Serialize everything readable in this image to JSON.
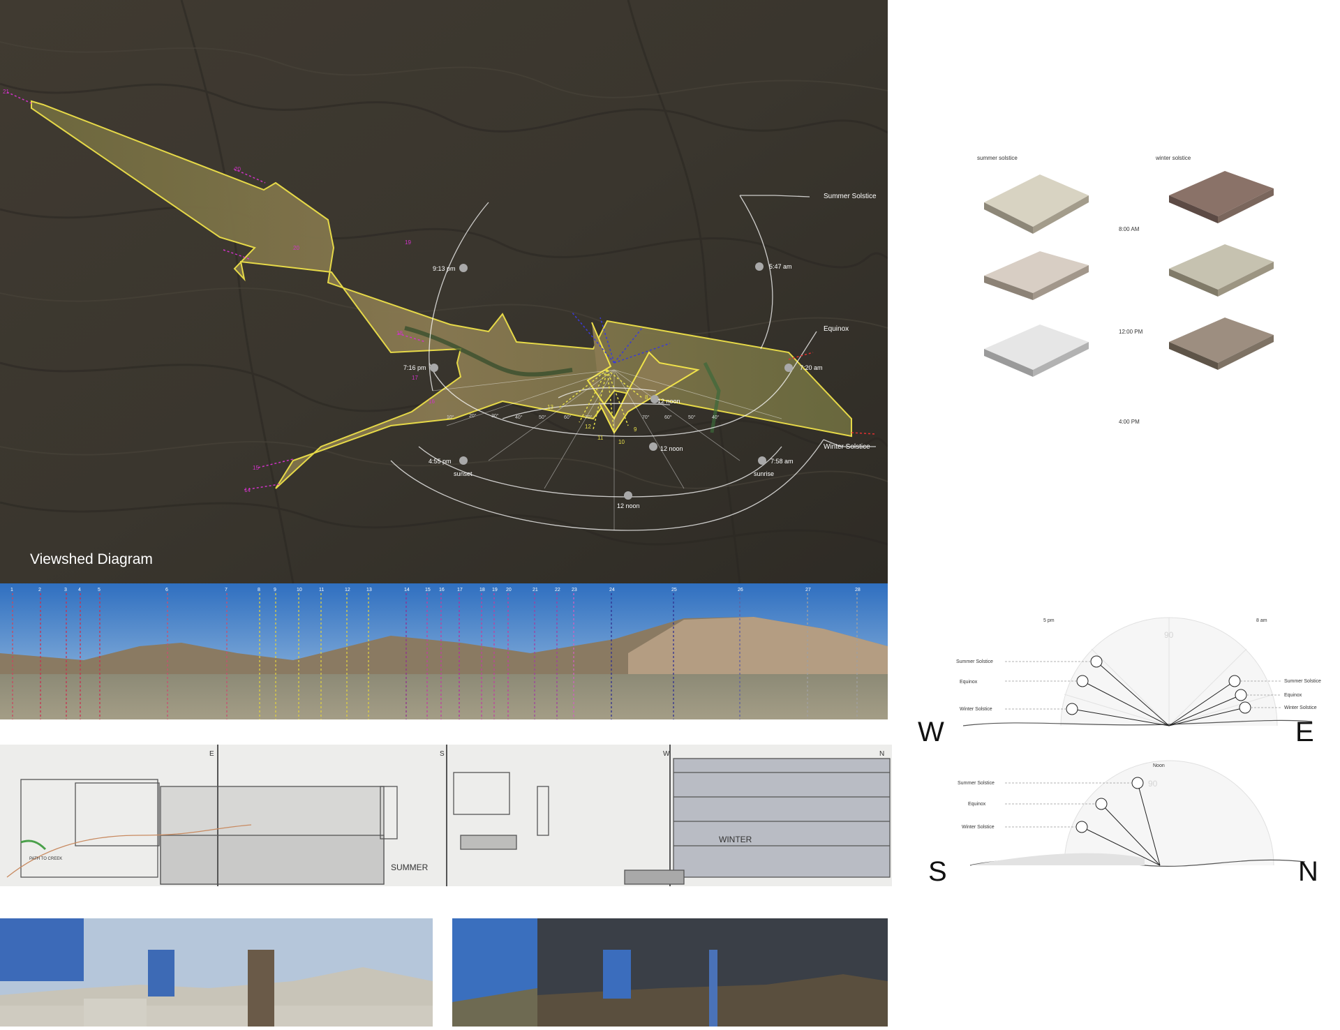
{
  "viewshed": {
    "title": "Viewshed Diagram",
    "season_labels": {
      "summer": "Summer Solstice",
      "equinox": "Equinox",
      "winter": "Winter Solstice"
    },
    "sun_times": [
      {
        "time": "9:13 pm"
      },
      {
        "time": "5:47 am"
      },
      {
        "time": "7:16 pm"
      },
      {
        "time": "7:20 am"
      },
      {
        "time": "12 noon"
      },
      {
        "time": "12 noon"
      },
      {
        "time": "4:55 pm"
      },
      {
        "time": "7:58 am"
      },
      {
        "time": "12 noon"
      }
    ],
    "sunset_label": "sunset",
    "sunrise_label": "sunrise",
    "degrees": [
      "10°",
      "20°",
      "30°",
      "40°",
      "50°",
      "60°",
      "70°",
      "70°",
      "60°",
      "50°",
      "40°"
    ],
    "view_numbers_magenta": [
      "21",
      "20",
      "19",
      "20",
      "18",
      "17",
      "16",
      "15",
      "14"
    ],
    "view_numbers_yellow": [
      "8",
      "9",
      "10",
      "11",
      "12",
      "13"
    ],
    "colors": {
      "magenta": "#d033c8",
      "yellow": "#e8e04a",
      "blue": "#3a3ad8",
      "outline": "#f0e24a",
      "ground": "#3e3a32"
    }
  },
  "panorama": {
    "markers": [
      "1",
      "2",
      "3",
      "4",
      "5",
      "6",
      "7",
      "8",
      "9",
      "10",
      "11",
      "12",
      "13",
      "14",
      "15",
      "16",
      "17",
      "18",
      "19",
      "20",
      "21",
      "22",
      "23",
      "24",
      "25",
      "26",
      "27",
      "28"
    ]
  },
  "sketch": {
    "labels": [
      "E",
      "S",
      "W",
      "N"
    ],
    "annotations": [
      "SUMMER",
      "WINTER"
    ],
    "small_note": "PATH TO CREEK"
  },
  "terrain": {
    "col_labels": [
      "summer solstice",
      "winter solstice"
    ],
    "row_times": [
      "8:00 AM",
      "12:00 PM",
      "4:00 PM"
    ]
  },
  "protractor_we": {
    "left_time": "5 pm",
    "right_time": "8 am",
    "left_labels": [
      "Summer Solstice",
      "Equinox",
      "Winter Solstice"
    ],
    "right_labels": [
      "Summer Solstice",
      "Equinox",
      "Winter Solstice"
    ],
    "scale_label": "90",
    "west": "W",
    "east": "E"
  },
  "protractor_sn": {
    "top_time": "Noon",
    "labels": [
      "Summer Solstice",
      "Equinox",
      "Winter Solstice"
    ],
    "scale_label": "90",
    "south": "S",
    "north": "N"
  }
}
